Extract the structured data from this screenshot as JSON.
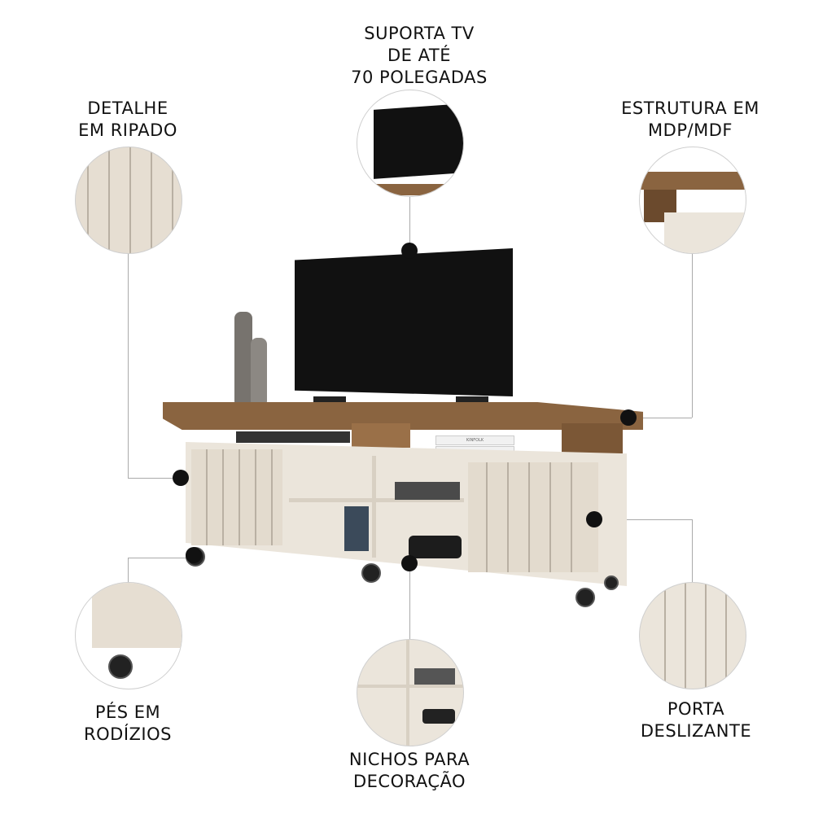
{
  "features": {
    "tv": {
      "lines": [
        "SUPORTA TV",
        "DE ATÉ",
        "70 POLEGADAS"
      ]
    },
    "slats": {
      "lines": [
        "DETALHE",
        "EM RIPADO"
      ]
    },
    "structure": {
      "lines": [
        "ESTRUTURA EM",
        "MDP/MDF"
      ]
    },
    "casters": {
      "lines": [
        "PÉS EM",
        "RODÍZIOS"
      ]
    },
    "niches": {
      "lines": [
        "NICHOS PARA",
        "DECORAÇÃO"
      ]
    },
    "door": {
      "lines": [
        "PORTA",
        "DESLIZANTE"
      ]
    }
  },
  "book_spine_text": "KINFOLK",
  "colors": {
    "wood": "#8a6440",
    "cream": "#ebe5db",
    "tv": "#111111",
    "dot": "#111111"
  }
}
